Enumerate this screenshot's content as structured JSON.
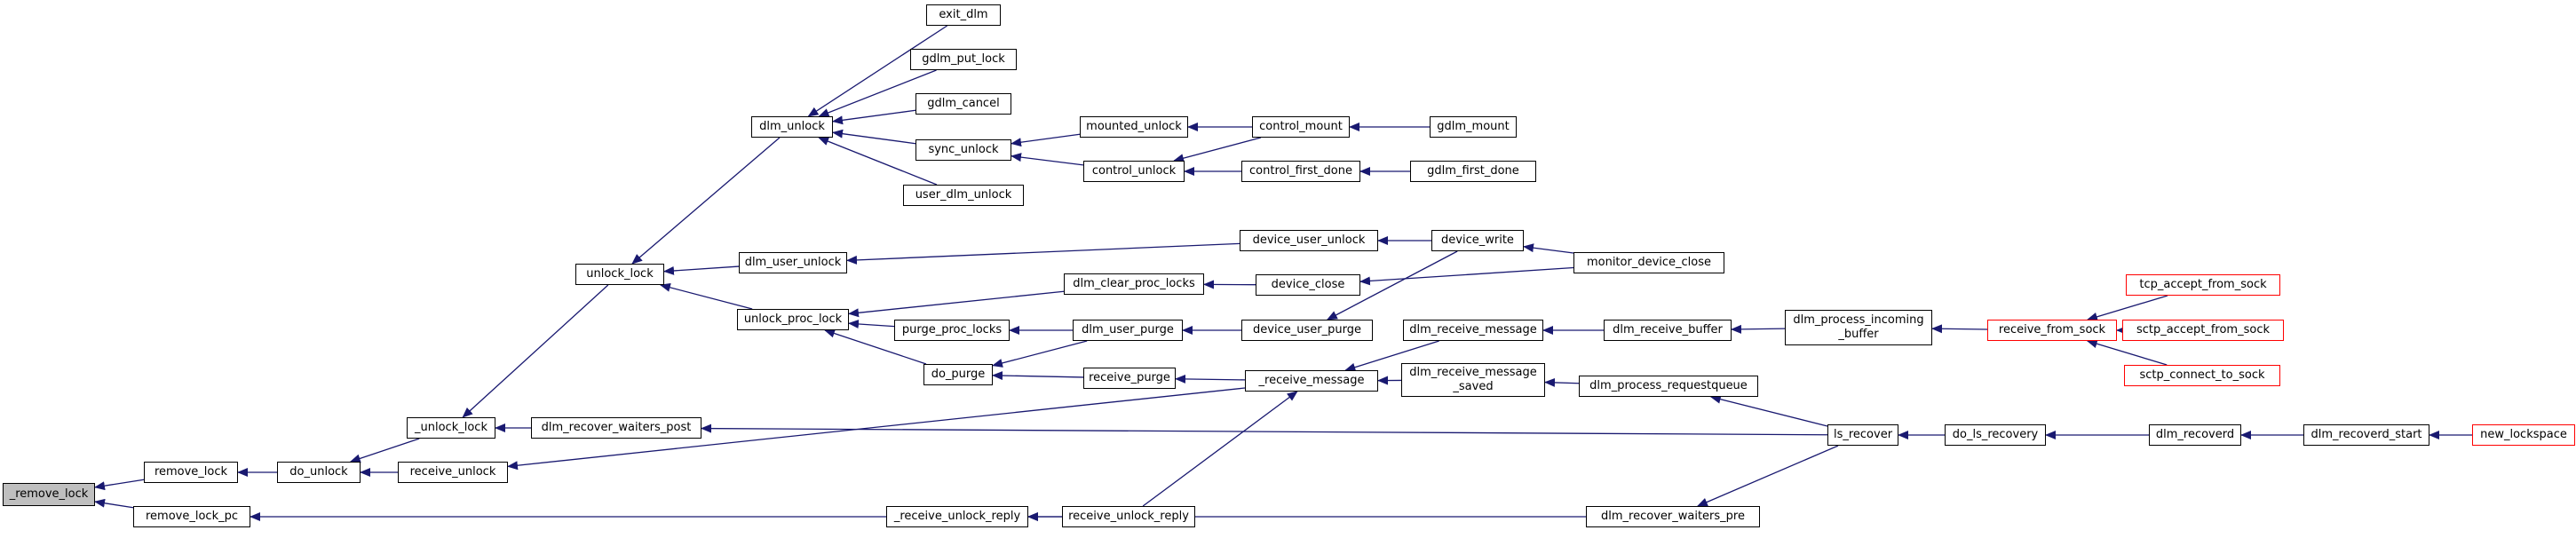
{
  "colors": {
    "edge": "#191970",
    "truncated_border": "#ff0000",
    "current_fill": "#bfbfbf"
  },
  "nodes": {
    "remove_lock_root": "_remove_lock",
    "remove_lock": "remove_lock",
    "remove_lock_pc": "remove_lock_pc",
    "do_unlock": "do_unlock",
    "unlock_lock_": "_unlock_lock",
    "receive_unlock": "receive_unlock",
    "unlock_lock": "unlock_lock",
    "dlm_recover_waiters_post": "dlm_recover_waiters_post",
    "dlm_unlock": "dlm_unlock",
    "dlm_user_unlock": "dlm_user_unlock",
    "unlock_proc_lock": "unlock_proc_lock",
    "exit_dlm": "exit_dlm",
    "gdlm_put_lock": "gdlm_put_lock",
    "gdlm_cancel": "gdlm_cancel",
    "sync_unlock": "sync_unlock",
    "user_dlm_unlock": "user_dlm_unlock",
    "mounted_unlock": "mounted_unlock",
    "control_unlock": "control_unlock",
    "control_mount": "control_mount",
    "control_first_done": "control_first_done",
    "gdlm_mount": "gdlm_mount",
    "gdlm_first_done": "gdlm_first_done",
    "purge_proc_locks": "purge_proc_locks",
    "do_purge": "do_purge",
    "dlm_clear_proc_locks": "dlm_clear_proc_locks",
    "dlm_user_purge": "dlm_user_purge",
    "receive_purge": "receive_purge",
    "device_user_unlock": "device_user_unlock",
    "device_close": "device_close",
    "device_user_purge": "device_user_purge",
    "device_write": "device_write",
    "monitor_device_close": "monitor_device_close",
    "receive_message_": "_receive_message",
    "dlm_receive_message": "dlm_receive_message",
    "dlm_receive_message_saved": "dlm_receive_message\n_saved",
    "dlm_receive_buffer": "dlm_receive_buffer",
    "dlm_process_requestqueue": "dlm_process_requestqueue",
    "dlm_process_incoming_buffer": "dlm_process_incoming\n_buffer",
    "receive_from_sock": "receive_from_sock",
    "tcp_accept_from_sock": "tcp_accept_from_sock",
    "sctp_accept_from_sock": "sctp_accept_from_sock",
    "sctp_connect_to_sock": "sctp_connect_to_sock",
    "ls_recover": "ls_recover",
    "do_ls_recovery": "do_ls_recovery",
    "dlm_recoverd": "dlm_recoverd",
    "dlm_recoverd_start": "dlm_recoverd_start",
    "new_lockspace": "new_lockspace",
    "receive_unlock_reply_": "_receive_unlock_reply",
    "receive_unlock_reply": "receive_unlock_reply",
    "dlm_recover_waiters_pre": "dlm_recover_waiters_pre"
  },
  "current_node": "remove_lock_root",
  "truncated_nodes": [
    "receive_from_sock",
    "tcp_accept_from_sock",
    "sctp_accept_from_sock",
    "sctp_connect_to_sock",
    "new_lockspace"
  ],
  "edges": [
    [
      "remove_lock",
      "remove_lock_root"
    ],
    [
      "remove_lock_pc",
      "remove_lock_root"
    ],
    [
      "do_unlock",
      "remove_lock"
    ],
    [
      "unlock_lock_",
      "do_unlock"
    ],
    [
      "receive_unlock",
      "do_unlock"
    ],
    [
      "unlock_lock",
      "unlock_lock_"
    ],
    [
      "dlm_recover_waiters_post",
      "unlock_lock_"
    ],
    [
      "receive_message_",
      "receive_unlock"
    ],
    [
      "dlm_unlock",
      "unlock_lock"
    ],
    [
      "dlm_user_unlock",
      "unlock_lock"
    ],
    [
      "unlock_proc_lock",
      "unlock_lock"
    ],
    [
      "exit_dlm",
      "dlm_unlock"
    ],
    [
      "gdlm_put_lock",
      "dlm_unlock"
    ],
    [
      "gdlm_cancel",
      "dlm_unlock"
    ],
    [
      "sync_unlock",
      "dlm_unlock"
    ],
    [
      "user_dlm_unlock",
      "dlm_unlock"
    ],
    [
      "mounted_unlock",
      "sync_unlock"
    ],
    [
      "control_unlock",
      "sync_unlock"
    ],
    [
      "control_mount",
      "mounted_unlock"
    ],
    [
      "control_mount",
      "control_unlock"
    ],
    [
      "control_first_done",
      "control_unlock"
    ],
    [
      "gdlm_mount",
      "control_mount"
    ],
    [
      "gdlm_first_done",
      "control_first_done"
    ],
    [
      "device_user_unlock",
      "dlm_user_unlock"
    ],
    [
      "dlm_clear_proc_locks",
      "unlock_proc_lock"
    ],
    [
      "purge_proc_locks",
      "unlock_proc_lock"
    ],
    [
      "do_purge",
      "unlock_proc_lock"
    ],
    [
      "dlm_user_purge",
      "purge_proc_locks"
    ],
    [
      "dlm_user_purge",
      "do_purge"
    ],
    [
      "receive_purge",
      "do_purge"
    ],
    [
      "device_close",
      "dlm_clear_proc_locks"
    ],
    [
      "device_user_purge",
      "dlm_user_purge"
    ],
    [
      "receive_message_",
      "receive_purge"
    ],
    [
      "device_write",
      "device_user_unlock"
    ],
    [
      "monitor_device_close",
      "device_close"
    ],
    [
      "device_write",
      "device_user_purge"
    ],
    [
      "monitor_device_close",
      "device_write"
    ],
    [
      "dlm_receive_message",
      "receive_message_"
    ],
    [
      "dlm_receive_message_saved",
      "receive_message_"
    ],
    [
      "receive_unlock_reply",
      "receive_message_"
    ],
    [
      "dlm_receive_buffer",
      "dlm_receive_message"
    ],
    [
      "dlm_process_requestqueue",
      "dlm_receive_message_saved"
    ],
    [
      "dlm_process_incoming_buffer",
      "dlm_receive_buffer"
    ],
    [
      "receive_from_sock",
      "dlm_process_incoming_buffer"
    ],
    [
      "tcp_accept_from_sock",
      "receive_from_sock"
    ],
    [
      "sctp_accept_from_sock",
      "receive_from_sock"
    ],
    [
      "sctp_connect_to_sock",
      "receive_from_sock"
    ],
    [
      "ls_recover",
      "dlm_process_requestqueue"
    ],
    [
      "ls_recover",
      "dlm_recover_waiters_post"
    ],
    [
      "ls_recover",
      "dlm_recover_waiters_pre"
    ],
    [
      "do_ls_recovery",
      "ls_recover"
    ],
    [
      "dlm_recoverd",
      "do_ls_recovery"
    ],
    [
      "dlm_recoverd_start",
      "dlm_recoverd"
    ],
    [
      "new_lockspace",
      "dlm_recoverd_start"
    ],
    [
      "receive_unlock_reply_",
      "remove_lock_pc"
    ],
    [
      "receive_unlock_reply",
      "receive_unlock_reply_"
    ],
    [
      "dlm_recover_waiters_pre",
      "receive_unlock_reply_"
    ]
  ]
}
